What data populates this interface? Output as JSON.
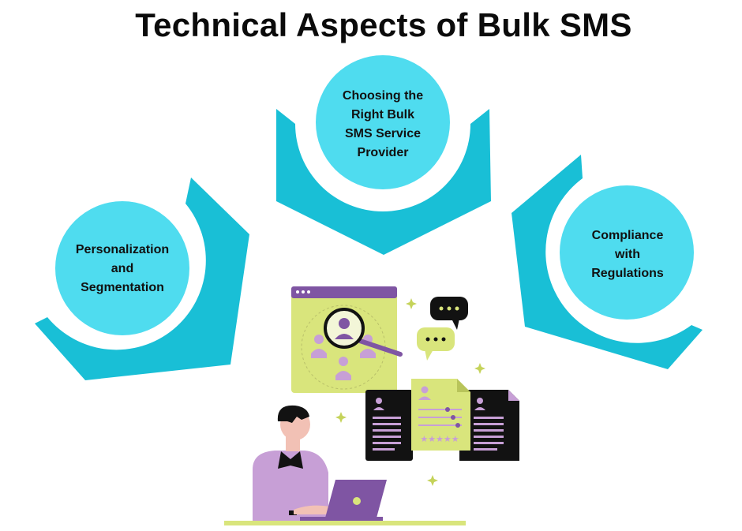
{
  "title": "Technical Aspects of Bulk SMS",
  "aspects": [
    {
      "label": "Choosing the Right Bulk SMS Service Provider",
      "lines": [
        "Choosing the",
        "Right Bulk",
        "SMS Service",
        "Provider"
      ]
    },
    {
      "label": "Personalization and Segmentation",
      "lines": [
        "Personalization",
        "and",
        "Segmentation"
      ]
    },
    {
      "label": "Compliance with Regulations",
      "lines": [
        "Compliance",
        "with",
        "Regulations"
      ]
    }
  ],
  "colors": {
    "cradle": "#19bfd6",
    "circle": "#4fdcef",
    "text": "#111111",
    "purple": "#7f55a3",
    "lavender": "#c79fd6",
    "lime": "#d9e57c",
    "dark": "#121212"
  },
  "illustration": "person-at-laptop-with-search-profiles-chat-bubbles-and-documents"
}
